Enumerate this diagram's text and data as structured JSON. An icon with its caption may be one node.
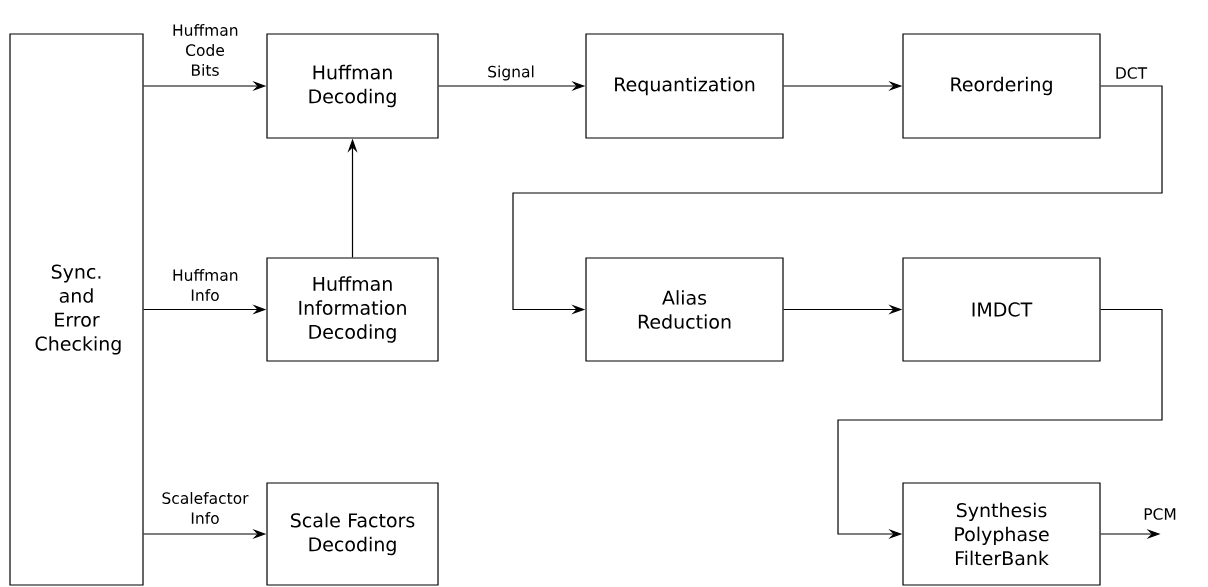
{
  "diagram": {
    "nodes": [
      {
        "text": [
          "Sync. and Error Checking"
        ]
      },
      {
        "text": [
          "Huffman Decoding"
        ]
      },
      {
        "text": [
          "Huffman Information Decoding"
        ]
      },
      {
        "text": [
          "Scale Factors Decoding"
        ]
      },
      {
        "text": [
          "Requantization"
        ]
      },
      {
        "text": [
          "Reordering"
        ]
      },
      {
        "text": [
          "Alias Reduction"
        ]
      },
      {
        "text": [
          "IMDCT"
        ]
      },
      {
        "text": [
          "Synthesis Polyphase FilterBank"
        ]
      }
    ],
    "edges": [
      {
        "from": 0,
        "to": 1,
        "arrow": "to",
        "label": "Huffman Code Bits"
      },
      {
        "from": 0,
        "to": 2,
        "arrow": "to",
        "label": "Huffman Info"
      },
      {
        "from": 0,
        "to": 3,
        "arrow": "to",
        "label": "Scalefactor Info"
      },
      {
        "from": 2,
        "to": 1,
        "arrow": "to"
      },
      {
        "from": 1,
        "to": 4,
        "arrow": "to",
        "label": "Signal"
      },
      {
        "from": 4,
        "to": 5,
        "arrow": "to"
      },
      {
        "from": 5,
        "to": 6,
        "arrow": "to",
        "label": "DCT"
      },
      {
        "from": 6,
        "to": 7,
        "arrow": "to"
      },
      {
        "from": 7,
        "to": 8,
        "arrow": "to"
      },
      {
        "from": 8,
        "to": null,
        "arrow": "to",
        "label": "PCM"
      }
    ]
  }
}
